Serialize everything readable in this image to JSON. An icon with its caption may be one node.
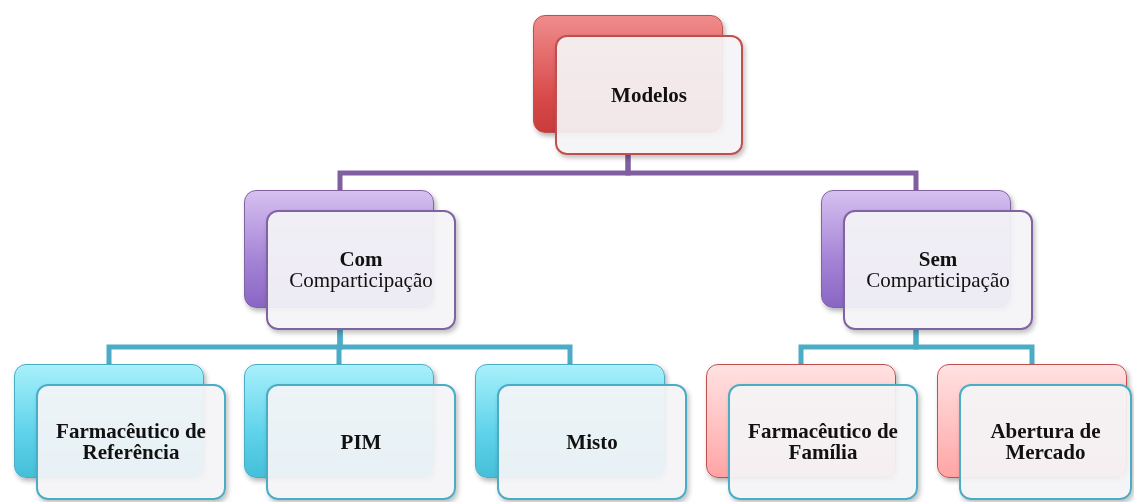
{
  "diagram": {
    "nodes": [
      {
        "text": [
          "Modelos"
        ]
      },
      {
        "text": [
          "Com",
          "Comparticipação"
        ]
      },
      {
        "text": [
          "Sem",
          "Comparticipação"
        ]
      },
      {
        "text": [
          "Farmacêutico de Referência"
        ]
      },
      {
        "text": [
          "PIM"
        ]
      },
      {
        "text": [
          "Misto"
        ]
      },
      {
        "text": [
          "Farmacêutico de Família"
        ]
      },
      {
        "text": [
          "Abertura de Mercado"
        ]
      }
    ],
    "edges": [
      {
        "from": 0,
        "to": 1,
        "arrow": "none",
        "color": "#7f5f9f"
      },
      {
        "from": 0,
        "to": 2,
        "arrow": "none",
        "color": "#7f5f9f"
      },
      {
        "from": 1,
        "to": 3,
        "arrow": "none"
      },
      {
        "from": 1,
        "to": 4,
        "arrow": "none"
      },
      {
        "from": 1,
        "to": 5,
        "arrow": "none"
      },
      {
        "from": 2,
        "to": 6,
        "arrow": "none"
      },
      {
        "from": 2,
        "to": 7,
        "arrow": "none"
      }
    ]
  }
}
